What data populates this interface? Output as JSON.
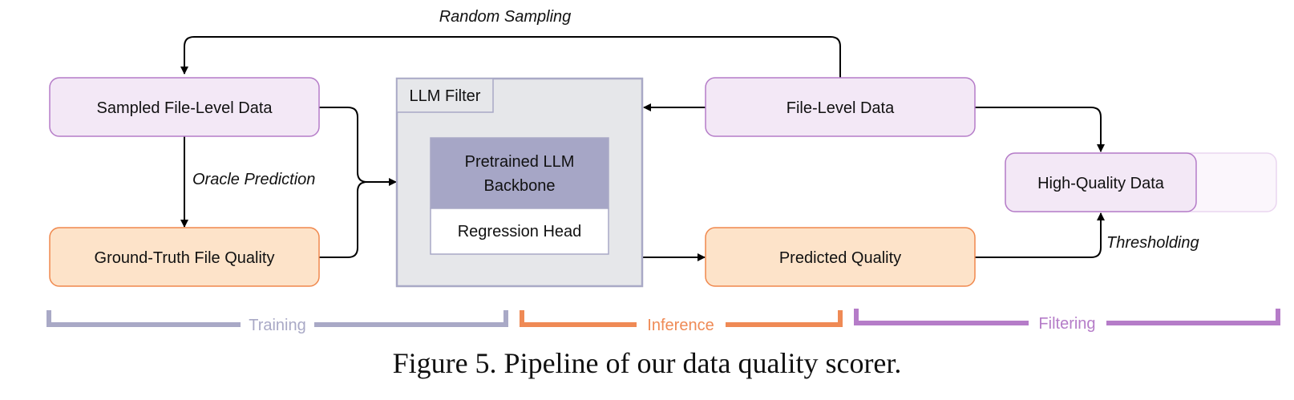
{
  "nodes": {
    "sampled_data": "Sampled File-Level Data",
    "ground_truth": "Ground-Truth File Quality",
    "llm_filter": "LLM Filter",
    "backbone_line1": "Pretrained LLM",
    "backbone_line2": "Backbone",
    "regression_head": "Regression Head",
    "file_level_data": "File-Level Data",
    "predicted_quality": "Predicted Quality",
    "high_quality_data": "High-Quality Data"
  },
  "edge_labels": {
    "random_sampling": "Random Sampling",
    "oracle_prediction": "Oracle Prediction",
    "thresholding": "Thresholding"
  },
  "phases": {
    "training": "Training",
    "inference": "Inference",
    "filtering": "Filtering"
  },
  "colors": {
    "purple_fill": "#f3e8f6",
    "purple_stroke": "#b57cc8",
    "orange_fill": "#fde3c9",
    "orange_stroke": "#f0884d",
    "filter_fill": "#e6e7ea",
    "filter_stroke": "#a9a9c6",
    "backbone_fill": "#a6a6c6",
    "training": "#a9a9c6",
    "inference": "#ef8a55",
    "filtering": "#b57cc8"
  },
  "caption": "Figure 5. Pipeline of our data quality scorer."
}
